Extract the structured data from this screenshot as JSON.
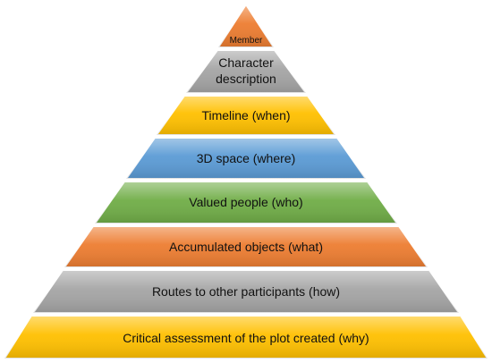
{
  "pyramid": {
    "levels": [
      {
        "label": "Member",
        "color": "#ED7D31"
      },
      {
        "label_line1": "Character",
        "label_line2": "description",
        "color": "#A5A5A5"
      },
      {
        "label": "Timeline (when)",
        "color": "#FFC000"
      },
      {
        "label": "3D space (where)",
        "color": "#5B9BD5"
      },
      {
        "label": "Valued people (who)",
        "color": "#70AD47"
      },
      {
        "label": "Accumulated objects (what)",
        "color": "#ED7D31"
      },
      {
        "label": "Routes to other participants (how)",
        "color": "#A5A5A5"
      },
      {
        "label": "Critical assessment of the plot created (why)",
        "color": "#FFC000"
      }
    ]
  }
}
